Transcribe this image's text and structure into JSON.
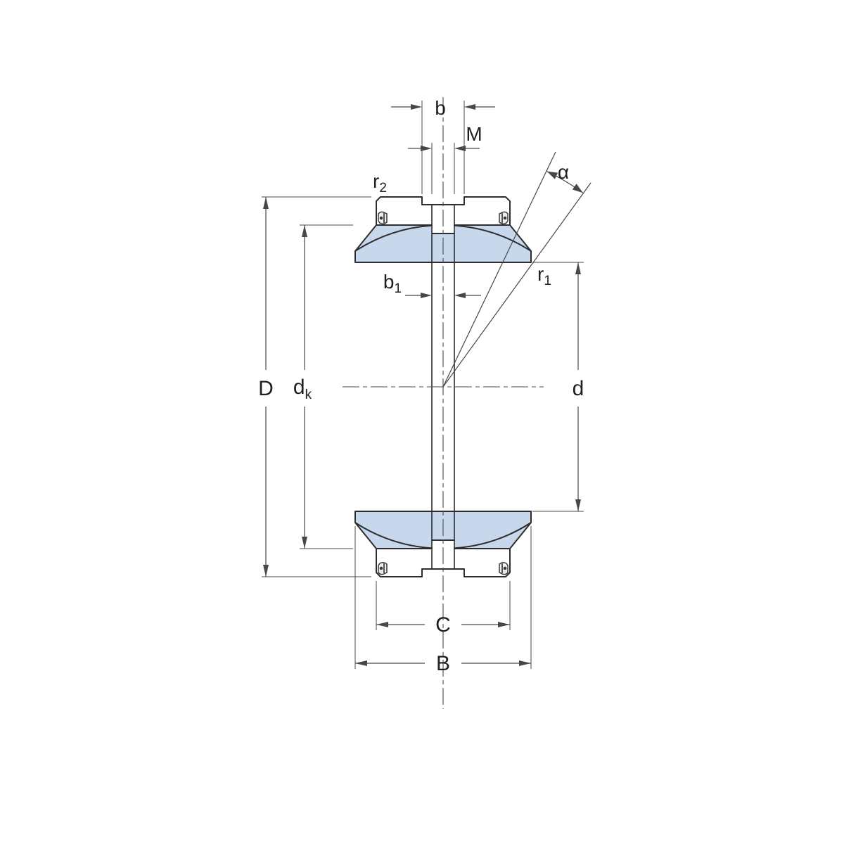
{
  "title": "Spherical plain bearing cross-section dimension drawing",
  "colors": {
    "ring_fill": "#c7d7ec",
    "outline": "#2d2d2d",
    "dimension": "#474747",
    "background": "#ffffff"
  },
  "labels": {
    "b": "b",
    "M": "M",
    "alpha": "α",
    "r2": {
      "base": "r",
      "sub": "2"
    },
    "r1": {
      "base": "r",
      "sub": "1"
    },
    "b1": {
      "base": "b",
      "sub": "1"
    },
    "D": "D",
    "dk": {
      "base": "d",
      "sub": "k"
    },
    "d": "d",
    "C": "C",
    "B": "B"
  }
}
